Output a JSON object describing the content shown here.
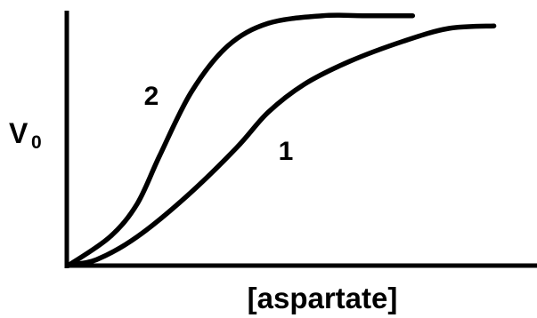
{
  "chart_data": {
    "type": "line",
    "xlabel": "[aspartate]",
    "ylabel": "V",
    "ylabel_subscript": "0",
    "series": [
      {
        "name": "1",
        "x": [
          0,
          0.06,
          0.15,
          0.26,
          0.37,
          0.44,
          0.52,
          0.62,
          0.74,
          0.84,
          0.94
        ],
        "y": [
          0,
          0.02,
          0.11,
          0.27,
          0.46,
          0.6,
          0.71,
          0.8,
          0.88,
          0.93,
          0.94
        ]
      },
      {
        "name": "2",
        "x": [
          0,
          0.09,
          0.15,
          0.2,
          0.27,
          0.35,
          0.44,
          0.56,
          0.65,
          0.76
        ],
        "y": [
          0,
          0.11,
          0.24,
          0.43,
          0.68,
          0.86,
          0.95,
          0.98,
          0.98,
          0.98
        ]
      }
    ],
    "xlim": [
      0,
      1
    ],
    "ylim": [
      0,
      1
    ],
    "grid": false
  }
}
